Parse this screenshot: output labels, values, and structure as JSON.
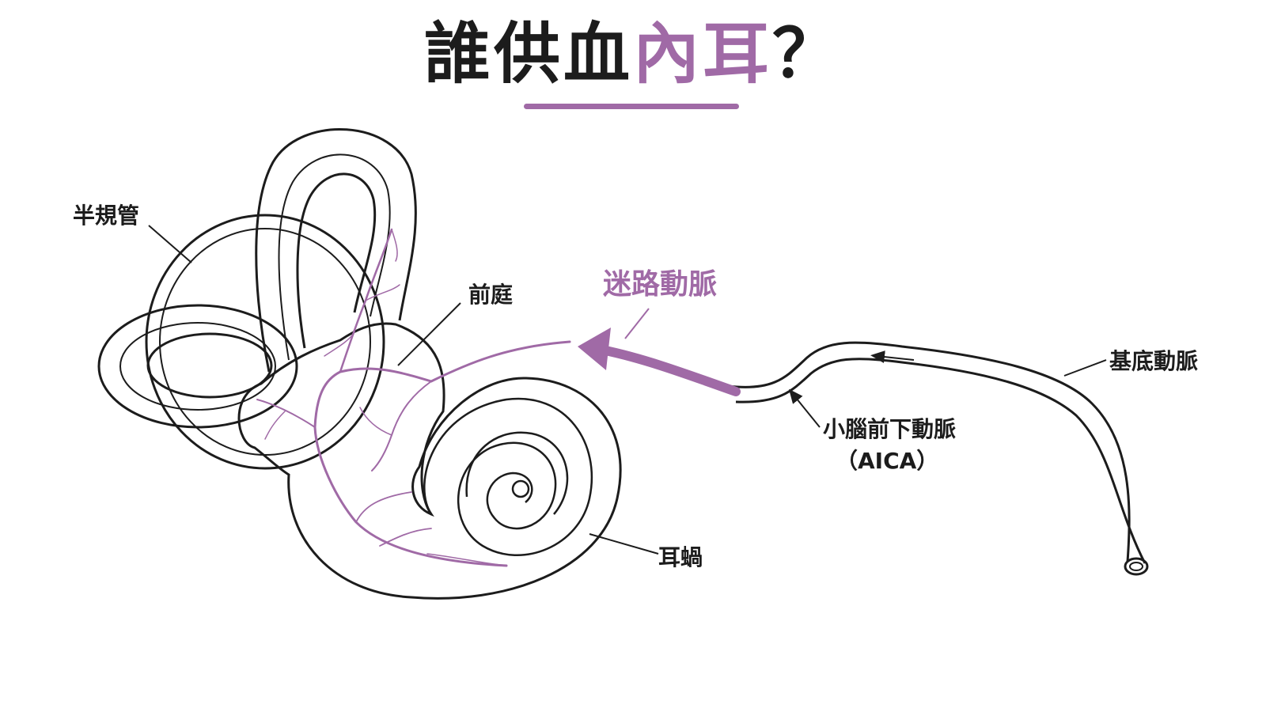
{
  "title": {
    "part1": "誰供血",
    "part2": "內耳",
    "part3": "？"
  },
  "labels": {
    "semicircular_canals": "半規管",
    "vestibule": "前庭",
    "labyrinthine_artery": "迷路動脈",
    "basilar_artery": "基底動脈",
    "aica": "小腦前下動脈",
    "aica_abbr": "（AICA）",
    "cochlea": "耳蝸"
  },
  "colors": {
    "accent": "#a06aa6",
    "line": "#1c1c1c"
  }
}
